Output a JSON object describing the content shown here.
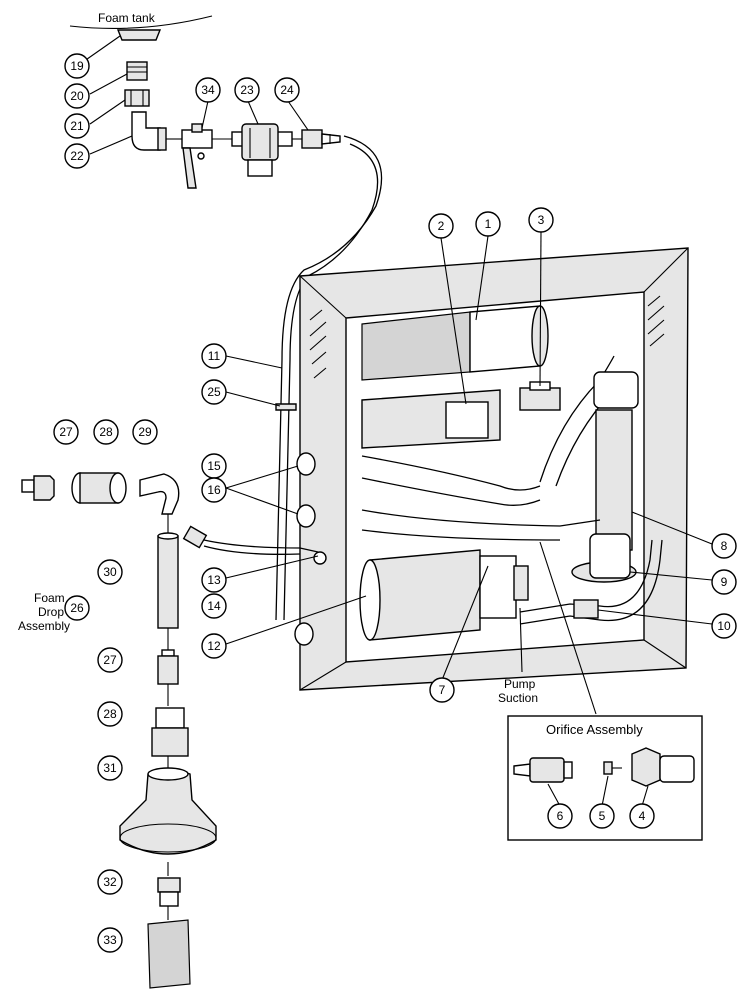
{
  "labels": {
    "foam_tank": "Foam tank",
    "foam_drop_1": "Foam",
    "foam_drop_2": "Drop",
    "foam_drop_3": "Assembly",
    "pump_suction_1": "Pump",
    "pump_suction_2": "Suction",
    "orifice_assembly": "Orifice Assembly"
  },
  "callouts": {
    "c1": "1",
    "c2": "2",
    "c3": "3",
    "c4": "4",
    "c5": "5",
    "c6": "6",
    "c7": "7",
    "c8": "8",
    "c9": "9",
    "c10": "10",
    "c11": "11",
    "c12": "12",
    "c13": "13",
    "c14": "14",
    "c15": "15",
    "c16": "16",
    "c19": "19",
    "c20": "20",
    "c21": "21",
    "c22": "22",
    "c23": "23",
    "c24": "24",
    "c25": "25",
    "c26": "26",
    "c27a": "27",
    "c27b": "27",
    "c28a": "28",
    "c28b": "28",
    "c29": "29",
    "c30": "30",
    "c31": "31",
    "c32": "32",
    "c33": "33",
    "c34": "34"
  }
}
